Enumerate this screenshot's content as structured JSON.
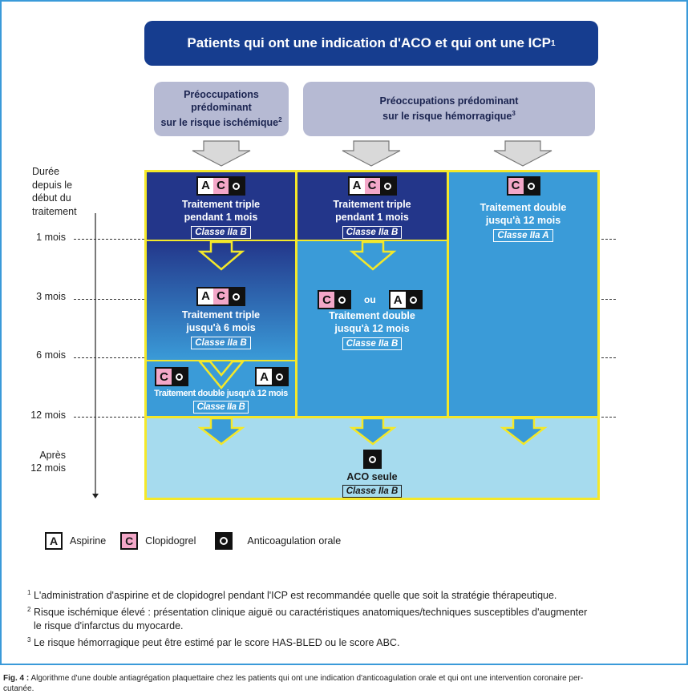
{
  "title": "Patients qui ont une indication d'ACO et qui ont une ICP",
  "title_sup": "1",
  "concern_ischemic": {
    "line1": "Préoccupations",
    "line2": "prédominant",
    "line3": "sur le risque ischémique",
    "sup": "2"
  },
  "concern_hemorrhagic": {
    "line1": "Préoccupations prédominant",
    "line2": "sur le risque hémorragique",
    "sup": "3"
  },
  "time_axis": {
    "header": [
      "Durée",
      "depuis le",
      "début du",
      "traitement"
    ],
    "labels": [
      "1 mois",
      "3 mois",
      "6 mois",
      "12 mois"
    ],
    "after": [
      "Après",
      "12 mois"
    ]
  },
  "badge_letters": {
    "A": "A",
    "C": "C"
  },
  "col1": {
    "top": {
      "line1": "Traitement triple",
      "line2": "pendant 1 mois",
      "class": "Classe IIa B"
    },
    "mid": {
      "line1": "Traitement triple",
      "line2": "jusqu'à 6 mois",
      "class": "Classe IIa B"
    },
    "bottom": {
      "text": "Traitement double jusqu'à 12 mois",
      "class": "Classe IIa B"
    }
  },
  "col2": {
    "top": {
      "line1": "Traitement triple",
      "line2": "pendant 1 mois",
      "class": "Classe IIa B"
    },
    "mid": {
      "or": "ou",
      "line1": "Traitement double",
      "line2": "jusqu'à 12 mois",
      "class": "Classe IIa B"
    }
  },
  "col3": {
    "line1": "Traitement double",
    "line2": "jusqu'à 12 mois",
    "class": "Classe IIa A"
  },
  "bottom_row": {
    "text": "ACO seule",
    "class": "Classe IIa B"
  },
  "legend": [
    {
      "letter": "A",
      "label": "Aspirine"
    },
    {
      "letter": "C",
      "label": "Clopidogrel"
    },
    {
      "letter": "",
      "label": "Anticoagulation orale"
    }
  ],
  "footnotes": [
    {
      "num": "1",
      "text": "L'administration d'aspirine et de clopidogrel pendant l'ICP est recommandée quelle que soit la stratégie thérapeutique."
    },
    {
      "num": "2",
      "text": "Risque ischémique élevé : présentation clinique aiguë ou caractéristiques anatomiques/techniques susceptibles d'augmenter"
    },
    {
      "num": "",
      "text": "le risque d'infarctus du myocarde."
    },
    {
      "num": "3",
      "text": "Le risque hémorragique peut être estimé par le score HAS-BLED ou le score ABC."
    }
  ],
  "caption": {
    "label": "Fig. 4 :",
    "text": "Algorithme d'une double antiagrégation plaquettaire chez les patients qui ont une indication d'anticoagulation orale et qui ont une intervention coronaire per-",
    "text2": "cutanée."
  },
  "colors": {
    "navy": "#163d8f",
    "dark_blue": "#23368a",
    "mid_blue": "#3a9bd8",
    "light_blue": "#a6dbee",
    "yellow": "#f4e82a",
    "pink": "#f3a7c8",
    "grey_concern": "#b6bad3"
  }
}
